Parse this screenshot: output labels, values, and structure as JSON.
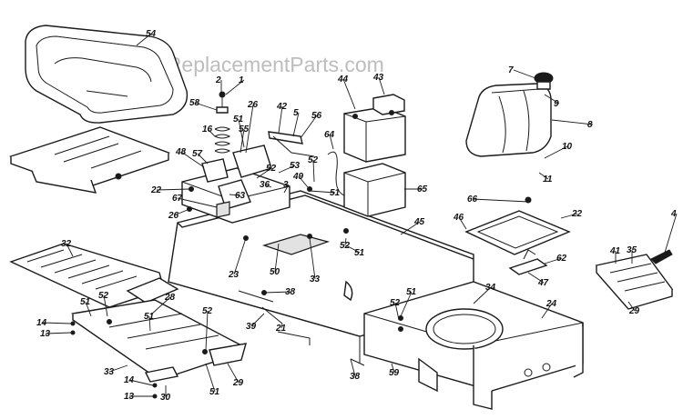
{
  "watermark": "eReplacementParts.com",
  "callouts": [
    "54",
    "7",
    "9",
    "8",
    "1",
    "2",
    "58",
    "26",
    "42",
    "5",
    "56",
    "44",
    "43",
    "16",
    "55",
    "51",
    "57",
    "48",
    "64",
    "10",
    "11",
    "53",
    "52",
    "49",
    "36",
    "52",
    "22",
    "63",
    "67",
    "65",
    "26",
    "3",
    "51",
    "66",
    "46",
    "22",
    "45",
    "52",
    "51",
    "32",
    "23",
    "50",
    "33",
    "4",
    "41",
    "35",
    "62",
    "47",
    "29",
    "38",
    "51",
    "52",
    "28",
    "34",
    "24",
    "14",
    "13",
    "39",
    "52",
    "21",
    "51",
    "52",
    "33",
    "29",
    "59",
    "38",
    "14",
    "13",
    "30",
    "51",
    "51"
  ]
}
